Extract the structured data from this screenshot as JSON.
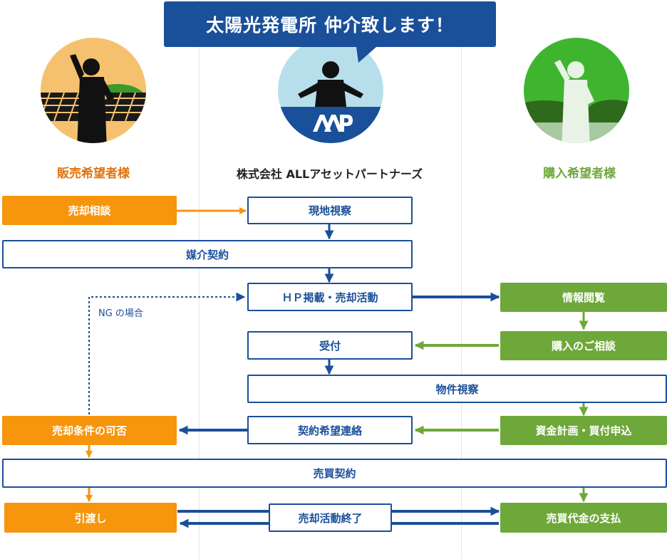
{
  "banner": {
    "text": "太陽光発電所 仲介致します！"
  },
  "columns": {
    "seller": {
      "label": "販売希望者様"
    },
    "agent": {
      "label": "株式会社 ALLアセットパートナーズ",
      "logo_icon": "aap-logo-icon"
    },
    "buyer": {
      "label": "購入希望者様"
    }
  },
  "steps": {
    "sell_consult": "売却相談",
    "site_visit": "現地視察",
    "brokerage": "媒介契約",
    "hp_listing": "ＨＰ掲載・売却活動",
    "info_view": "情報閲覧",
    "reception": "受付",
    "buy_consult": "購入のご相談",
    "property_visit": "物件視察",
    "funding": "資金計画・買付申込",
    "contract_request": "契約希望連絡",
    "sale_terms": "売却条件の可否",
    "sales_contract": "売買契約",
    "handover": "引渡し",
    "sale_end": "売却活動終了",
    "payment": "売買代金の支払"
  },
  "ng_label": "NG の場合",
  "colors": {
    "orange": "#f7950c",
    "green": "#6fa83a",
    "blue": "#1a4f9a",
    "seller_bg": "#f6c16e",
    "agent_bg": "#b7dfeb",
    "buyer_bg": "#3fb52f"
  }
}
